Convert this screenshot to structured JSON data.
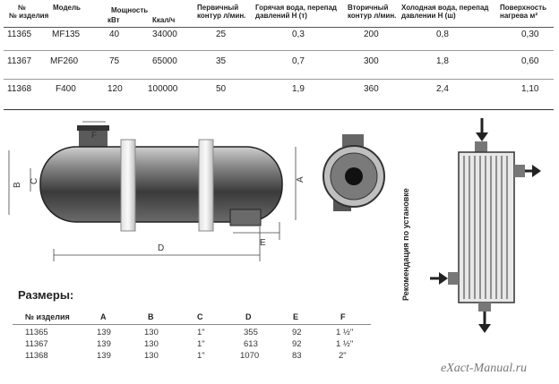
{
  "spec": {
    "headers": {
      "item_no": "№ изделия",
      "model": "Модель",
      "power": "Мощность",
      "kw": "кВт",
      "kcal": "Ккал/ч",
      "primary": "Первичный контур л/мин.",
      "hot_water": "Горячая вода, перепад давлений H (т)",
      "secondary": "Вторичный контур л/мин.",
      "cold_water": "Холодная вода, перепад давлении H (ш)",
      "surface": "Поверхность нагрева м²"
    },
    "rows": [
      [
        "11365",
        "MF135",
        "40",
        "34000",
        "25",
        "0,3",
        "200",
        "0,8",
        "0,30"
      ],
      [
        "11367",
        "MF260",
        "75",
        "65000",
        "35",
        "0,7",
        "300",
        "1,8",
        "0,60"
      ],
      [
        "11368",
        "F400",
        "120",
        "100000",
        "50",
        "1,9",
        "360",
        "2,4",
        "1,10"
      ]
    ]
  },
  "drawing": {
    "labels": {
      "c": "C",
      "b": "B",
      "a": "A",
      "d": "D",
      "e": "E",
      "f": "F"
    },
    "install_note": "Рекомендация по установке"
  },
  "dimensions": {
    "title": "Размеры:",
    "headers": [
      "№ изделия",
      "A",
      "B",
      "C",
      "D",
      "E",
      "F"
    ],
    "rows": [
      [
        "11365",
        "139",
        "130",
        "1\"",
        "355",
        "92",
        "1 ½\""
      ],
      [
        "11367",
        "139",
        "130",
        "1\"",
        "613",
        "92",
        "1 ½\""
      ],
      [
        "11368",
        "139",
        "130",
        "1\"",
        "1070",
        "83",
        "2\""
      ]
    ]
  },
  "footer": {
    "watermark": "eXact-Manual.ru"
  }
}
